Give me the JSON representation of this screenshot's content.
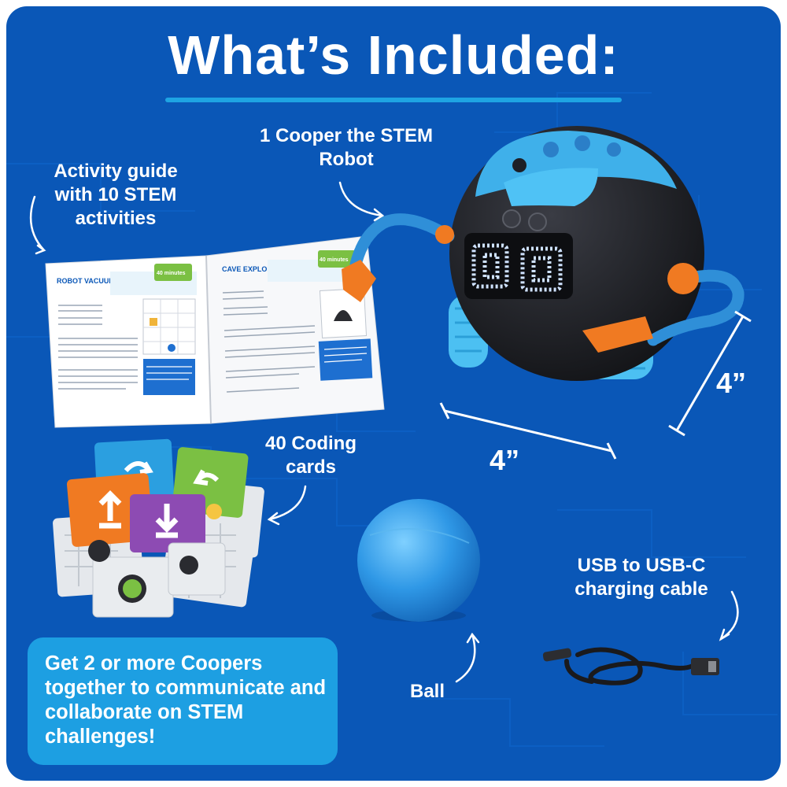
{
  "title": "What’s Included:",
  "items": {
    "activity_guide": "Activity guide with 10 STEM activities",
    "robot": "1 Cooper the STEM Robot",
    "coding_cards": "40 Coding cards",
    "ball": "Ball",
    "cable": "USB to USB-C charging cable"
  },
  "dimensions": {
    "width": "4”",
    "height": "4”"
  },
  "guide": {
    "left_page_title": "ROBOT VACUUM",
    "left_page_time": "40 minutes",
    "right_page_title": "CAVE EXPLORATION",
    "right_page_time": "40 minutes"
  },
  "callout": "Get 2 or more Coopers together to communicate and collaborate on STEM challenges!",
  "colors": {
    "background": "#0a57b7",
    "accent": "#1ea4e3",
    "robot_body": "#1c1d22",
    "robot_blue": "#3fb0ea",
    "robot_orange": "#f07a22"
  }
}
